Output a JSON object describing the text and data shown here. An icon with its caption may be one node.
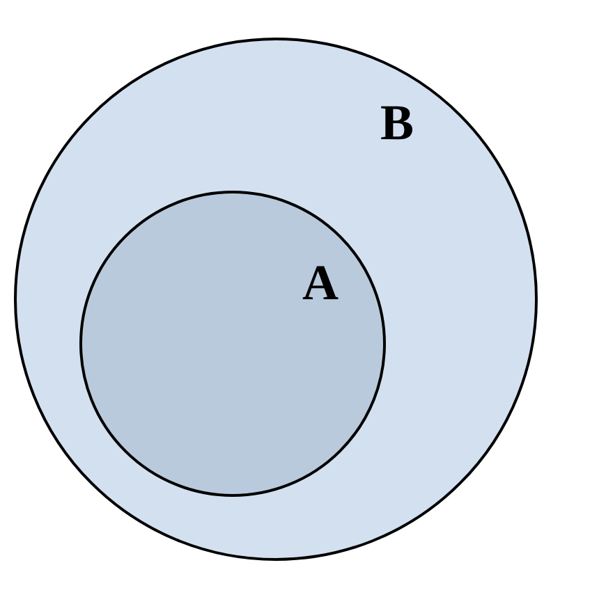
{
  "diagram": {
    "nodes": [
      {
        "text": [
          "B"
        ]
      },
      {
        "text": [
          "A"
        ],
        "in": 0
      }
    ]
  }
}
